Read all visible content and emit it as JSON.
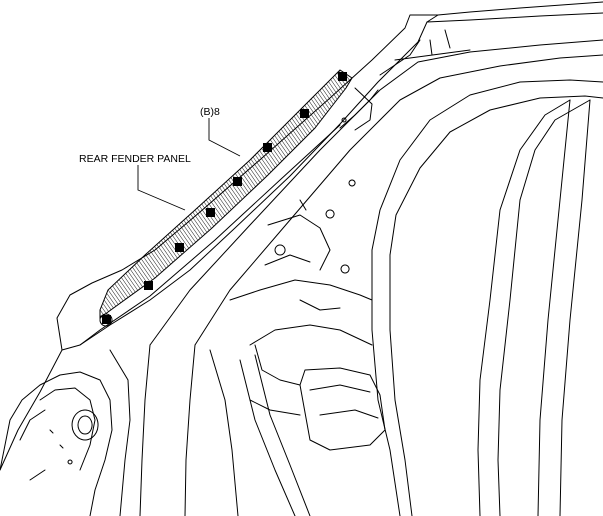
{
  "labels": {
    "rear_fender_panel": "REAR FENDER PANEL",
    "spot_weld_group": "(B)8"
  },
  "colors": {
    "line": "#000000",
    "background": "#ffffff",
    "hatch": "#000000",
    "weld_marker": "#000000"
  },
  "weld_points": {
    "count_shown": 8,
    "marker": "filled-square"
  }
}
